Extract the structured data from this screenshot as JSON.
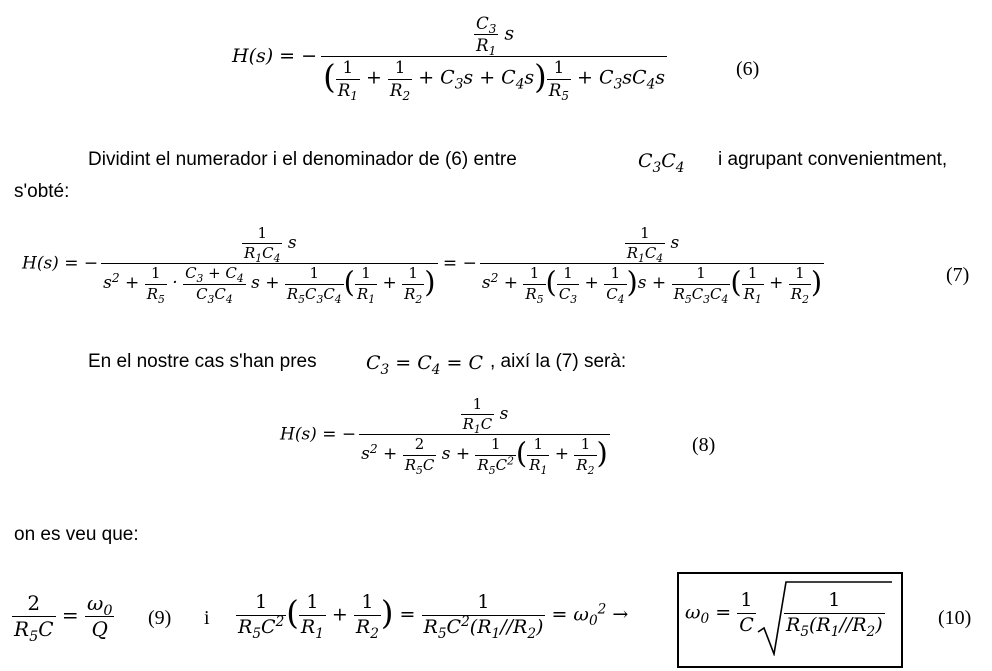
{
  "equations": {
    "eq6_label": "(6)",
    "eq7_label": "(7)",
    "eq8_label": "(8)",
    "eq9_label": "(9)",
    "eq10_label": "(10)",
    "connector_i": "i"
  },
  "text": {
    "dividint_start": "Dividint el numerador i el denominador de (6) entre",
    "dividint_end": "i agrupant convenientment,",
    "sobte": "s'obté:",
    "nostre_start": "En el nostre cas s'han pres",
    "nostre_end": ", així la (7) serà:",
    "veu": "on es veu que:"
  }
}
